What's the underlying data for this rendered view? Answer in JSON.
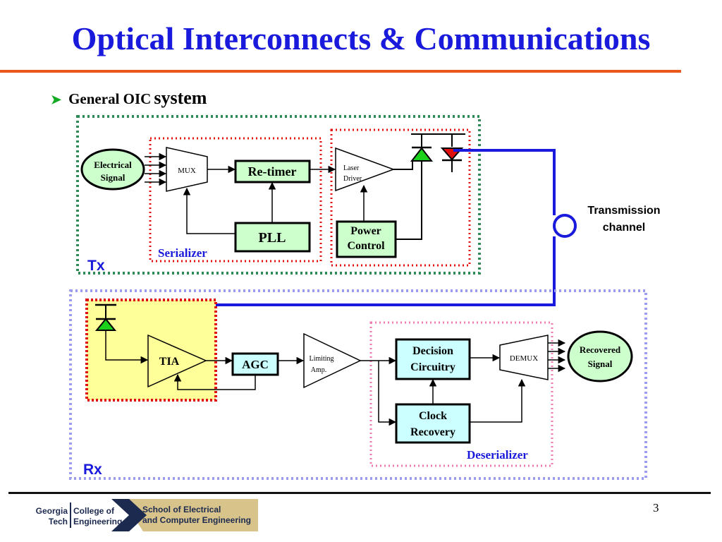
{
  "slide": {
    "title": "Optical Interconnects & Communications",
    "bullet_part1": "General OIC",
    "bullet_part2": "system",
    "page_number": "3"
  },
  "diagram": {
    "electrical_signal": [
      "Electrical",
      "Signal"
    ],
    "mux": "MUX",
    "retimer": "Re-timer",
    "pll": "PLL",
    "laser_driver": [
      "Laser",
      "Driver"
    ],
    "power_control": [
      "Power",
      "Control"
    ],
    "serializer": "Serializer",
    "tx": "Tx",
    "transmission_channel": [
      "Transmission",
      "channel"
    ],
    "tia": "TIA",
    "agc": "AGC",
    "limiting_amp": [
      "Limiting",
      "Amp."
    ],
    "decision_circuitry": [
      "Decision",
      "Circuitry"
    ],
    "clock_recovery": [
      "Clock",
      "Recovery"
    ],
    "demux": "DEMUX",
    "recovered_signal": [
      "Recovered",
      "Signal"
    ],
    "deserializer": "Deserializer",
    "rx": "Rx"
  },
  "logo": {
    "line1a": "Georgia",
    "line1b": "College of",
    "line2a": "Tech",
    "line2b": "Engineering",
    "school1": "School of Electrical",
    "school2": "and Computer Engineering"
  },
  "colors": {
    "title": "#1a1adc",
    "accent_rule": "#e8591a",
    "tx_border": "#2e8b57",
    "serializer_border": "#e01010",
    "rx_border": "#9b9bf0",
    "deserializer_border": "#f07ab0",
    "block_fill": "#ccffcc",
    "rx_block_fill": "#ccffff",
    "photodetector_fill": "#ffff99",
    "fiber": "#1a1adc"
  }
}
